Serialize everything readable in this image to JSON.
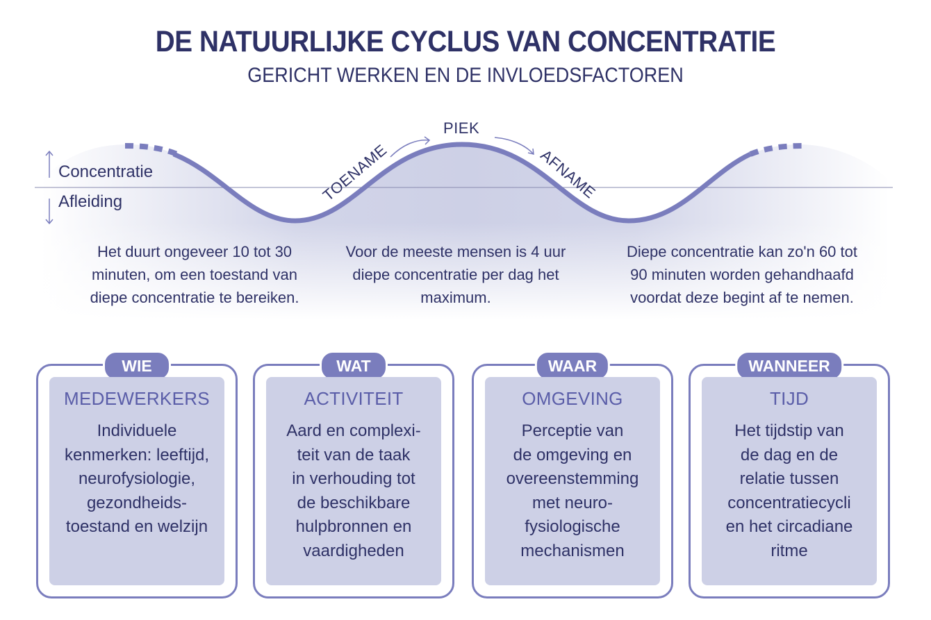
{
  "header": {
    "title": "DE NATUURLIJKE CYCLUS VAN CONCENTRATIE",
    "subtitle": "GERICHT WERKEN EN DE INVLOEDSFACTOREN"
  },
  "wave": {
    "axis_up": "Concentratie",
    "axis_down": "Afleiding",
    "rise_label": "TOENAME",
    "peak_label": "PIEK",
    "fall_label": "AFNAME"
  },
  "descriptions": [
    {
      "lines": [
        "Het duurt ongeveer 10 tot 30",
        "minuten, om een toestand van",
        "diepe concentratie te bereiken."
      ]
    },
    {
      "lines": [
        "Voor de meeste mensen is 4 uur",
        "diepe concentratie per dag het",
        "maximum."
      ]
    },
    {
      "lines": [
        "Diepe concentratie kan zo'n 60 tot",
        "90 minuten worden gehandhaafd",
        "voordat deze begint af te nemen."
      ]
    }
  ],
  "cards": [
    {
      "tab": "WIE",
      "heading": "MEDEWERKERS",
      "lines": [
        "Individuele",
        "kenmerken: leeftijd,",
        "neurofysiologie,",
        "gezondheids-",
        "toestand en welzijn"
      ]
    },
    {
      "tab": "WAT",
      "heading": "ACTIVITEIT",
      "lines": [
        "Aard en complexi-",
        "teit van de taak",
        "in verhouding tot",
        "de beschikbare",
        "hulpbronnen en",
        "vaardigheden"
      ]
    },
    {
      "tab": "WAAR",
      "heading": "OMGEVING",
      "lines": [
        "Perceptie van",
        "de omgeving en",
        "overeenstemming",
        "met neuro-",
        "fysiologische",
        "mechanismen"
      ]
    },
    {
      "tab": "WANNEER",
      "heading": "TIJD",
      "lines": [
        "Het tijdstip van",
        "de dag en de",
        "relatie tussen",
        "concentratiecycli",
        "en het circadiane",
        "ritme"
      ]
    }
  ],
  "colors": {
    "navy": "#2e3166",
    "accent": "#7a7dbd",
    "fill": "#cdd0e6"
  }
}
